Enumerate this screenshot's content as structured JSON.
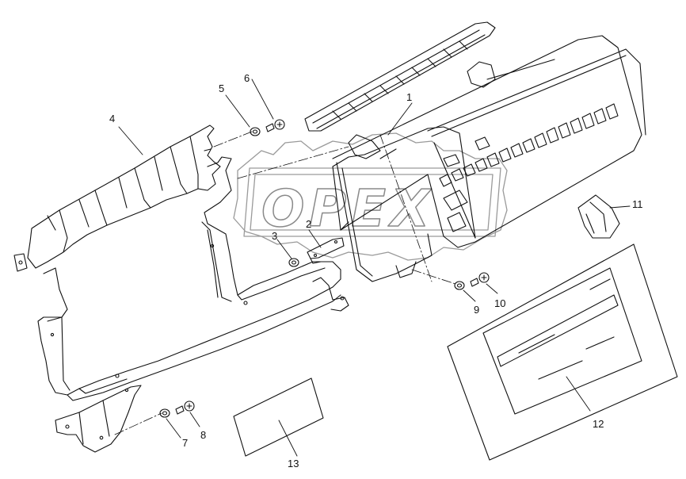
{
  "watermark": {
    "text": "OPEX"
  },
  "callouts": [
    {
      "id": "1",
      "label": "1"
    },
    {
      "id": "2",
      "label": "2"
    },
    {
      "id": "3",
      "label": "3"
    },
    {
      "id": "4",
      "label": "4"
    },
    {
      "id": "5",
      "label": "5"
    },
    {
      "id": "6",
      "label": "6"
    },
    {
      "id": "7",
      "label": "7"
    },
    {
      "id": "8",
      "label": "8"
    },
    {
      "id": "9",
      "label": "9"
    },
    {
      "id": "10",
      "label": "10"
    },
    {
      "id": "11",
      "label": "11"
    },
    {
      "id": "12",
      "label": "12"
    },
    {
      "id": "13",
      "label": "13"
    }
  ],
  "colors": {
    "line": "#111111",
    "watermark": "#9a9a9a"
  }
}
